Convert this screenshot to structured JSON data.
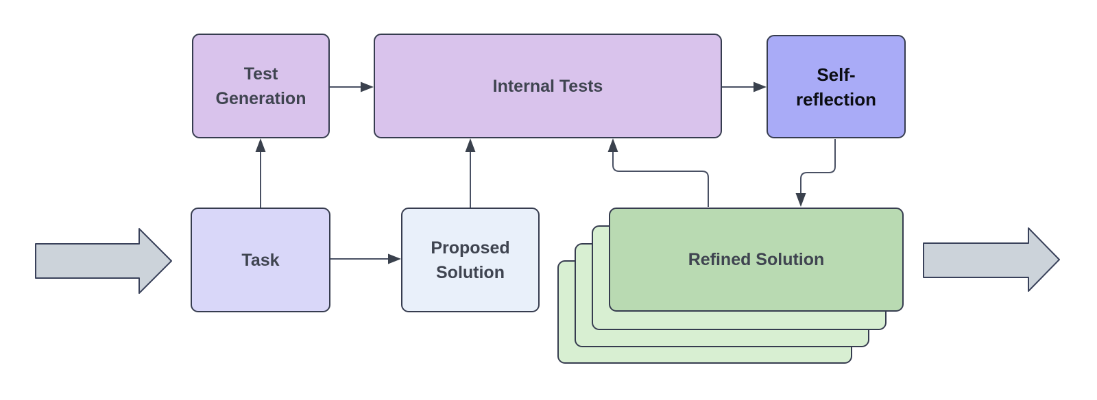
{
  "diagram": {
    "nodes": [
      {
        "id": "test-generation",
        "label": "Test Generation",
        "fill": "#d9c3ec"
      },
      {
        "id": "internal-tests",
        "label": "Internal Tests",
        "fill": "#d9c3ec"
      },
      {
        "id": "self-reflection",
        "label": "Self-reflection",
        "fill": "#a9abf7"
      },
      {
        "id": "task",
        "label": "Task",
        "fill": "#d9d7f9"
      },
      {
        "id": "proposed-solution",
        "label": "Proposed Solution",
        "fill": "#e9f0fa"
      },
      {
        "id": "refined-solution",
        "label": "Refined Solution",
        "fill": "#b9dab2",
        "stack_layer_fill": "#d8efd2",
        "stack_layers_behind": 3
      }
    ],
    "connectors": [
      {
        "from": "entry",
        "to": "task",
        "style": "block-arrow"
      },
      {
        "from": "task",
        "to": "test-generation",
        "style": "arrow"
      },
      {
        "from": "test-generation",
        "to": "internal-tests",
        "style": "arrow"
      },
      {
        "from": "task",
        "to": "proposed-solution",
        "style": "arrow"
      },
      {
        "from": "proposed-solution",
        "to": "internal-tests",
        "style": "arrow"
      },
      {
        "from": "internal-tests",
        "to": "self-reflection",
        "style": "arrow"
      },
      {
        "from": "self-reflection",
        "to": "refined-solution",
        "style": "elbow-arrow"
      },
      {
        "from": "refined-solution",
        "to": "internal-tests",
        "style": "elbow-arrow"
      },
      {
        "from": "refined-solution",
        "to": "exit",
        "style": "block-arrow"
      }
    ],
    "colors": {
      "background": "#ffffff",
      "node_border": "#363c4f",
      "connector_line": "#495063",
      "arrowhead": "#3a414d",
      "text": "#3f4450",
      "self_reflection_text": "#0b0d12",
      "block_arrow_fill": "#ccd3da",
      "block_arrow_border": "#39415a"
    }
  }
}
